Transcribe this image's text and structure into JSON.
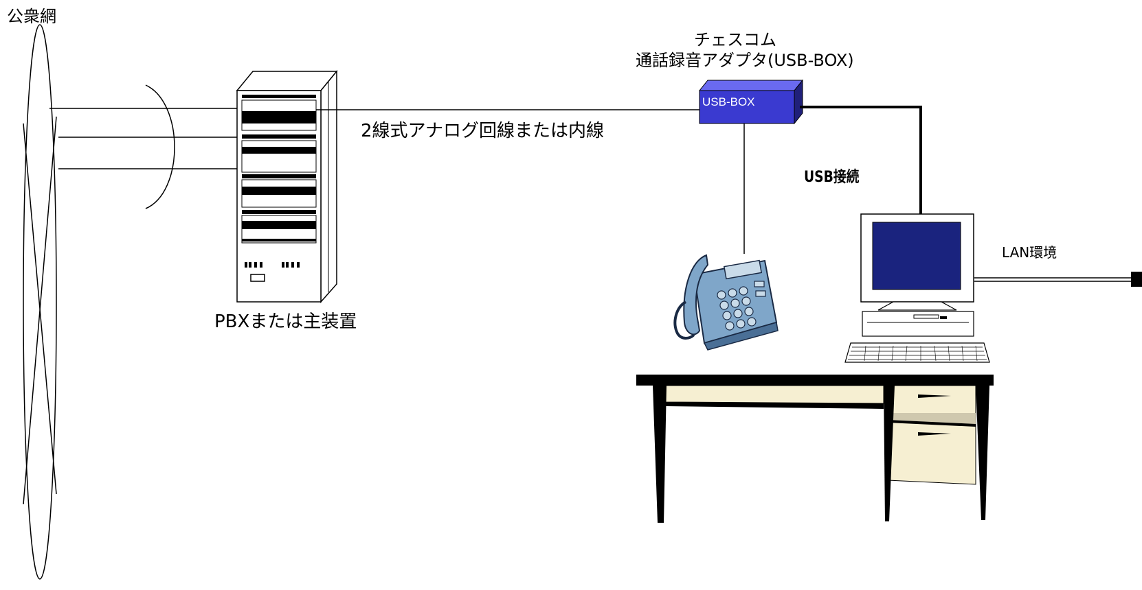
{
  "labels": {
    "public_network": "公衆網",
    "adapter_maker": "チェスコム",
    "adapter_name": "通話録音アダプタ(USB-BOX)",
    "line_type": "2線式アナログ回線または内線",
    "pbx": "PBXまたは主装置",
    "usb_connection": "USB接続",
    "lan": "LAN環境",
    "usb_box": "USB-BOX"
  },
  "colors": {
    "usb_box_front": "#3a3ad0",
    "usb_box_top": "#6a6af0",
    "usb_box_side": "#20207a",
    "monitor_screen": "#1a237e",
    "phone_body": "#7fa6c9",
    "desk_top": "#000000",
    "drawer": "#f6efd2"
  },
  "icons": [
    "public-network-ellipse",
    "pbx-rack-icon",
    "usb-box-icon",
    "telephone-icon",
    "computer-icon",
    "desk-icon",
    "lan-connector-icon"
  ]
}
